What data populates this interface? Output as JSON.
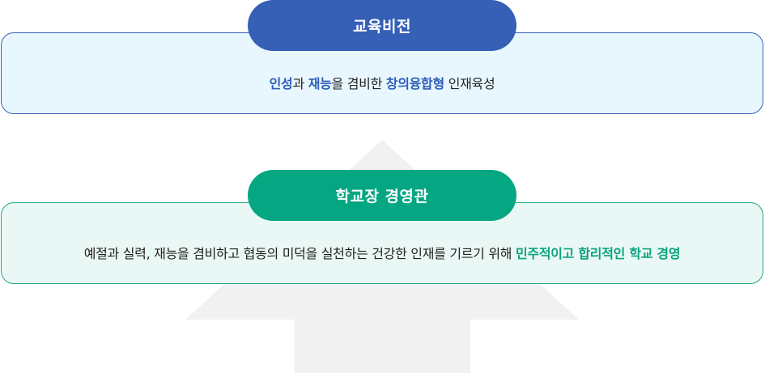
{
  "colors": {
    "vision_accent": "#365fb6",
    "vision_bg": "#e8f7fe",
    "mgmt_accent": "#05a682",
    "mgmt_bg": "#eaf8f5",
    "arrow_fill": "#f1f1f1"
  },
  "vision": {
    "title": "교육비전",
    "statement": [
      {
        "text": "인성",
        "emphasis": true
      },
      {
        "text": "과 ",
        "emphasis": false
      },
      {
        "text": "재능",
        "emphasis": true
      },
      {
        "text": "을 겸비한 ",
        "emphasis": false
      },
      {
        "text": "창의융합형",
        "emphasis": true
      },
      {
        "text": " 인재육성",
        "emphasis": false
      }
    ]
  },
  "management": {
    "title": "학교장 경영관",
    "statement": [
      {
        "text": "예절과 실력, 재능을 겸비하고 협동의 미덕을 실천하는 건강한 인재를 기르기 위해 ",
        "emphasis": false
      },
      {
        "text": "민주적이고 합리적인 학교 경영",
        "emphasis": true
      }
    ]
  },
  "arrow": {
    "icon": "up-arrow-icon",
    "direction": "up"
  }
}
